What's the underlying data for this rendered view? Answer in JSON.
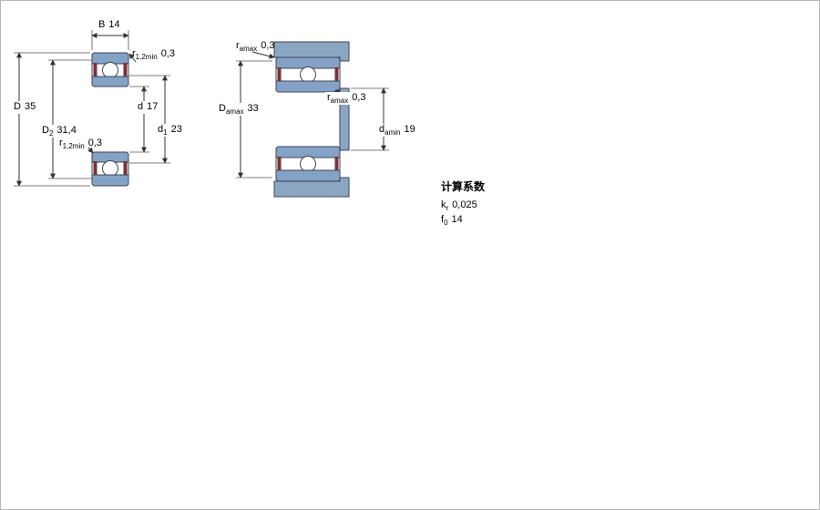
{
  "colors": {
    "ring_blue": "#84a2c6",
    "abutment_blue": "#8aa6c2",
    "seal_red": "#7d3038",
    "ball_white": "#ffffff",
    "mid_white": "#ffffff"
  },
  "figure_left": {
    "labels": {
      "B": {
        "base": "B",
        "sub": "",
        "value": "14"
      },
      "D": {
        "base": "D",
        "sub": "",
        "value": "35"
      },
      "D2": {
        "base": "D",
        "sub": "2",
        "value": "31,4"
      },
      "r_top": {
        "base": "r",
        "sub": "1,2min",
        "value": "0,3"
      },
      "r_bottom": {
        "base": "r",
        "sub": "1,2min",
        "value": "0,3"
      },
      "d": {
        "base": "d",
        "sub": "",
        "value": "17"
      },
      "d1": {
        "base": "d",
        "sub": "1",
        "value": "23"
      }
    }
  },
  "figure_right": {
    "labels": {
      "ra_top": {
        "base": "r",
        "sub": "amax",
        "value": "0,3"
      },
      "ra_mid": {
        "base": "r",
        "sub": "amax",
        "value": "0,3"
      },
      "Da": {
        "base": "D",
        "sub": "amax",
        "value": "33"
      },
      "da": {
        "base": "d",
        "sub": "amin",
        "value": "19"
      }
    }
  },
  "calculation": {
    "heading": "计算系数",
    "kr": {
      "base": "k",
      "sub": "r",
      "value": "0,025"
    },
    "f0": {
      "base": "f",
      "sub": "0",
      "value": "14"
    }
  }
}
